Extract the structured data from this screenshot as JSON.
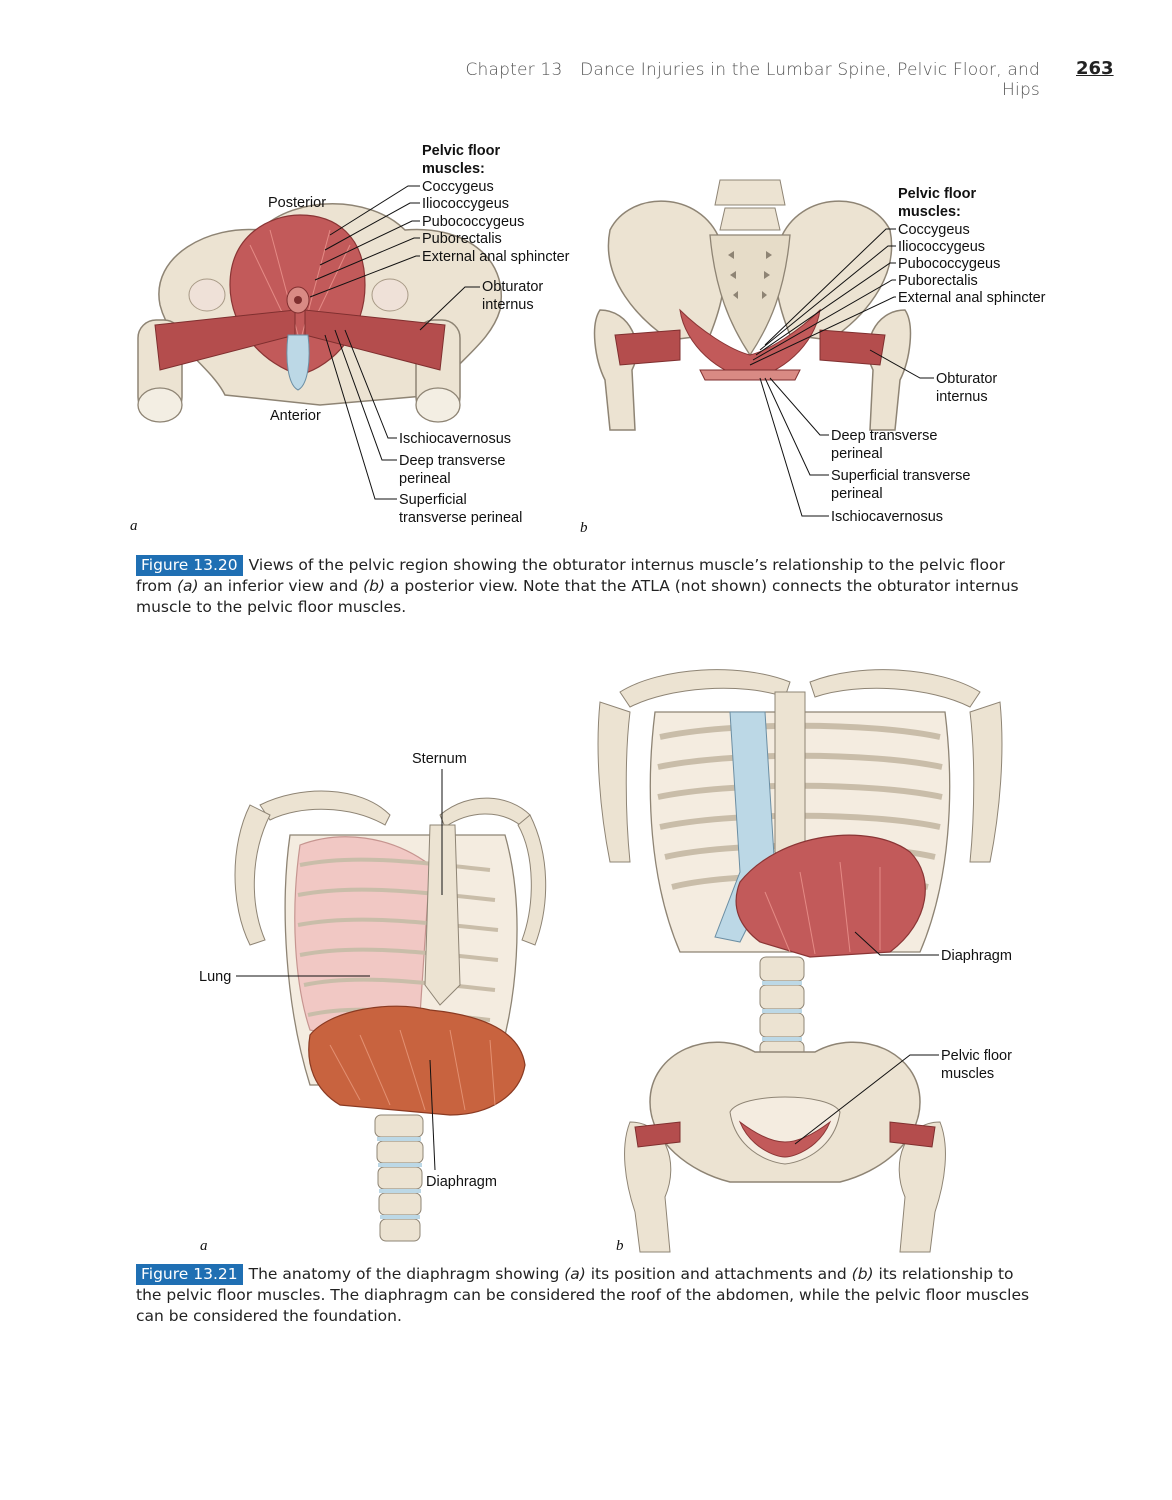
{
  "header": {
    "chapter": "Chapter 13",
    "title": "Dance Injuries in the Lumbar Spine, Pelvic Floor, and Hips",
    "page_number": "263"
  },
  "figure_13_20": {
    "panel_a": {
      "letter": "a",
      "posterior": "Posterior",
      "anterior": "Anterior",
      "group_title_1": "Pelvic floor",
      "group_title_2": "muscles:",
      "coccygeus": "Coccygeus",
      "iliococcygeus": "Iliococcygeus",
      "pubococcygeus": "Pubococcygeus",
      "puborectalis": "Puborectalis",
      "external_anal_sphincter": "External anal sphincter",
      "obturator_1": "Obturator",
      "obturator_2": "internus",
      "ischiocavernosus": "Ischiocavernosus",
      "deep_1": "Deep transverse",
      "deep_2": "perineal",
      "superficial_1": "Superficial",
      "superficial_2": "transverse perineal"
    },
    "panel_b": {
      "letter": "b",
      "group_title_1": "Pelvic floor",
      "group_title_2": "muscles:",
      "coccygeus": "Coccygeus",
      "iliococcygeus": "Iliococcygeus",
      "pubococcygeus": "Pubococcygeus",
      "puborectalis": "Puborectalis",
      "external_anal_sphincter": "External anal sphincter",
      "obturator_1": "Obturator",
      "obturator_2": "internus",
      "deep_1": "Deep transverse",
      "deep_2": "perineal",
      "superficial_1": "Superficial transverse",
      "superficial_2": "perineal",
      "ischiocavernosus": "Ischiocavernosus"
    },
    "caption": {
      "tag": "Figure 13.20",
      "t1": "Views of the pelvic region showing the obturator internus muscle’s relationship to the pelvic floor from ",
      "a": "(a)",
      "t2": " an inferior view and ",
      "b": "(b)",
      "t3": " a posterior view. Note that the ATLA (not shown) connects the obturator internus muscle to the pelvic floor muscles."
    }
  },
  "figure_13_21": {
    "panel_a": {
      "letter": "a",
      "sternum": "Sternum",
      "lung": "Lung",
      "diaphragm": "Diaphragm"
    },
    "panel_b": {
      "letter": "b",
      "diaphragm": "Diaphragm",
      "pelvic_1": "Pelvic floor",
      "pelvic_2": "muscles"
    },
    "caption": {
      "tag": "Figure 13.21",
      "t1": "The anatomy of the diaphragm showing ",
      "a": "(a)",
      "t2": " its position and attachments and ",
      "b": "(b)",
      "t3": " its relationship to the pelvic floor muscles. The diaphragm can be considered the roof of the abdomen, while the pelvic floor muscles can be considered the foundation."
    }
  },
  "colors": {
    "bone": "#ece3d2",
    "bone_edge": "#8e8474",
    "muscle": "#c25a5a",
    "muscle_dark": "#9a3d3d",
    "cartilage": "#bcd8e6",
    "lung": "#f1c8c4",
    "figure_tag": "#1f6fb3"
  }
}
